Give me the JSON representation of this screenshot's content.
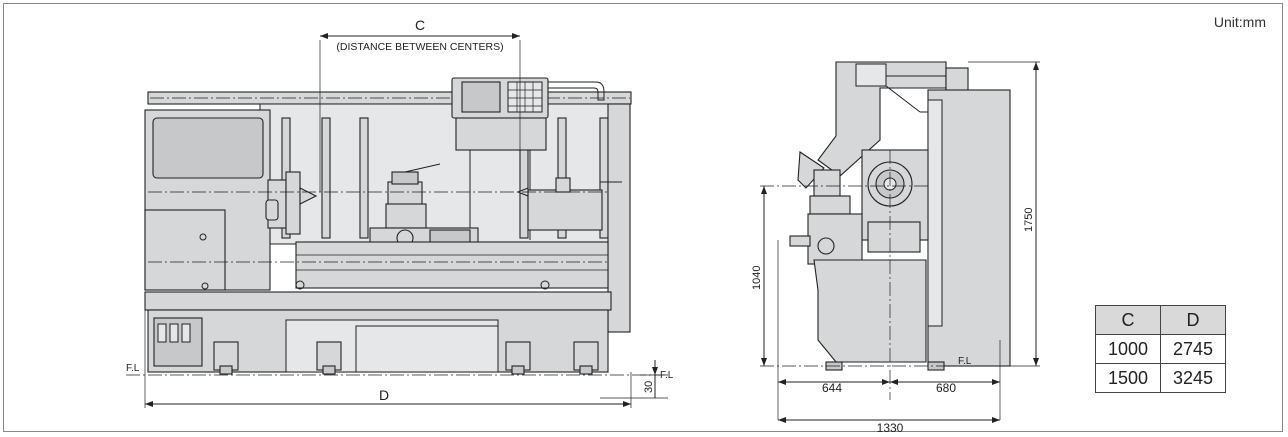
{
  "unit_label": "Unit:mm",
  "front_view": {
    "label_c": "C",
    "distance_between_centers": "(DISTANCE BETWEEN CENTERS)",
    "label_d": "D",
    "fl_label": "F.L",
    "fl_right_label": "F.L",
    "height_30": "30"
  },
  "side_view": {
    "height_1750": "1750",
    "height_1040": "1040",
    "width_644": "644",
    "width_680": "680",
    "width_1330": "1330",
    "fl_label": "F.L"
  },
  "table": {
    "headers": [
      "C",
      "D"
    ],
    "rows": [
      [
        "1000",
        "2745"
      ],
      [
        "1500",
        "3245"
      ]
    ]
  },
  "colors": {
    "machine_fill": "#d6d7d9",
    "line": "#222222",
    "frame": "#888888"
  }
}
